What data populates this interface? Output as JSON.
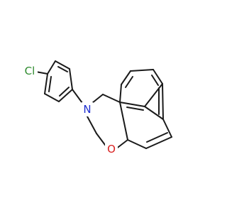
{
  "colors": {
    "background": "#ffffff",
    "bond": "#1a1a1a",
    "chlorine": "#2e8b2e",
    "nitrogen": "#1f2fd0",
    "oxygen": "#d81e1e"
  },
  "atoms": {
    "cl": {
      "label": "Cl",
      "element": "chlorine"
    },
    "n": {
      "label": "N",
      "element": "nitrogen"
    },
    "o": {
      "label": "O",
      "element": "oxygen"
    }
  }
}
